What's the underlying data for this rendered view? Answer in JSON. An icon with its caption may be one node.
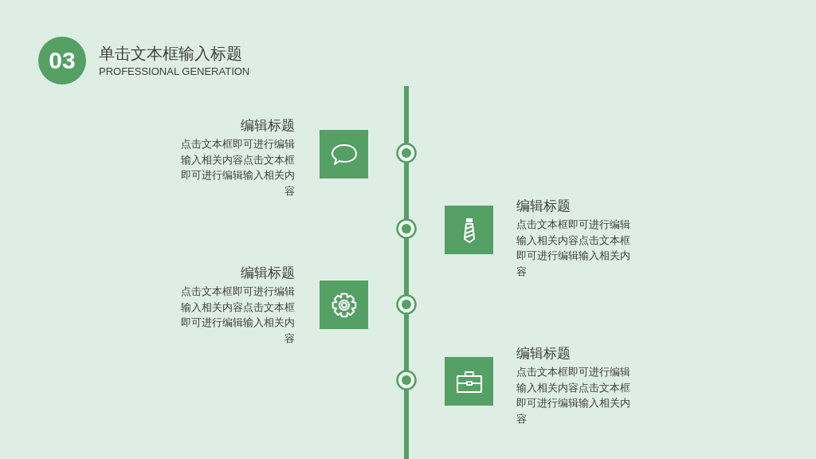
{
  "diagram": {
    "title": "单击文本框输入标题",
    "nodes": [
      {
        "text": [
          "03"
        ]
      },
      {
        "text": [
          "编辑标题",
          "点击文本框即可进行编辑输入相关内容点击文本框即可进行编辑输入相关内容"
        ]
      },
      {
        "text": [],
        "shape": "box"
      },
      {
        "text": [],
        "shape": "circle"
      },
      {
        "text": [
          "编辑标题",
          "点击文本框即可进行编辑输入相关内容点击文本框即可进行编辑输入相关内容"
        ]
      },
      {
        "text": [],
        "shape": "box"
      },
      {
        "text": [],
        "shape": "circle"
      },
      {
        "text": [
          "编辑标题",
          "点击文本框即可进行编辑输入相关内容点击文本框即可进行编辑输入相关内容"
        ]
      },
      {
        "text": [],
        "shape": "box"
      },
      {
        "text": [],
        "shape": "circle"
      },
      {
        "text": [
          "编辑标题",
          "点击文本框即可进行编辑输入相关内容点击文本框即可进行编辑输入相关内容"
        ]
      },
      {
        "text": [],
        "shape": "box"
      },
      {
        "text": [],
        "shape": "circle"
      }
    ],
    "labels": [
      "PROFESSIONAL GENERATION"
    ]
  }
}
